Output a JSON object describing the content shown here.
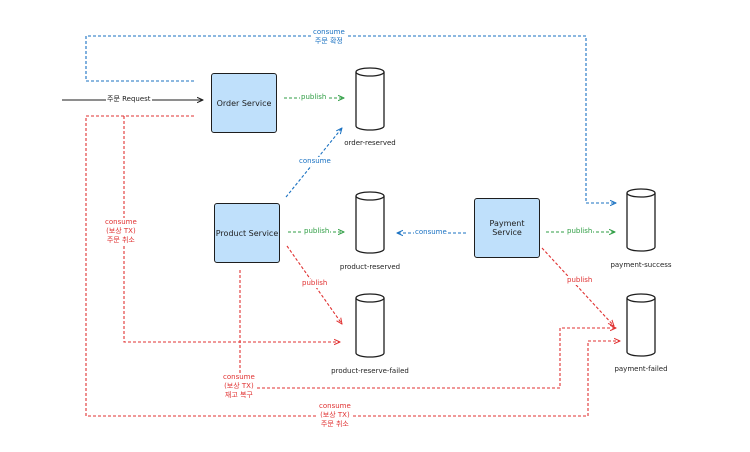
{
  "services": {
    "order": "Order Service",
    "product": "Product Service",
    "payment": "Payment Service"
  },
  "topics": {
    "order_reserved": "order-reserved",
    "product_reserved": "product-reserved",
    "product_reserve_failed": "product-reserve-failed",
    "payment_success": "payment-success",
    "payment_failed": "payment-failed"
  },
  "edges": {
    "request": "주문 Request",
    "publish_order": "publish",
    "publish_product": "publish",
    "publish_product_failed": "publish",
    "publish_payment_success": "publish",
    "publish_payment_failed": "publish",
    "consume_product": "consume",
    "consume_payment": "consume",
    "top_consume_l1": "consume",
    "top_consume_l2": "주문 확정",
    "left_consume_l1": "consume",
    "left_consume_l2": "(보상 TX)",
    "left_consume_l3": "주문 취소",
    "mid_consume_l1": "consume",
    "mid_consume_l2": "(보상 TX)",
    "mid_consume_l3": "재고 복구",
    "bottom_consume_l1": "consume",
    "bottom_consume_l2": "(보상 TX)",
    "bottom_consume_l3": "주문 취소"
  },
  "colors": {
    "service_fill": "#bfe0fb",
    "publish": "#2f9e44",
    "consume": "#1971c2",
    "compensation": "#e03131",
    "stroke": "#1e1e1e"
  }
}
